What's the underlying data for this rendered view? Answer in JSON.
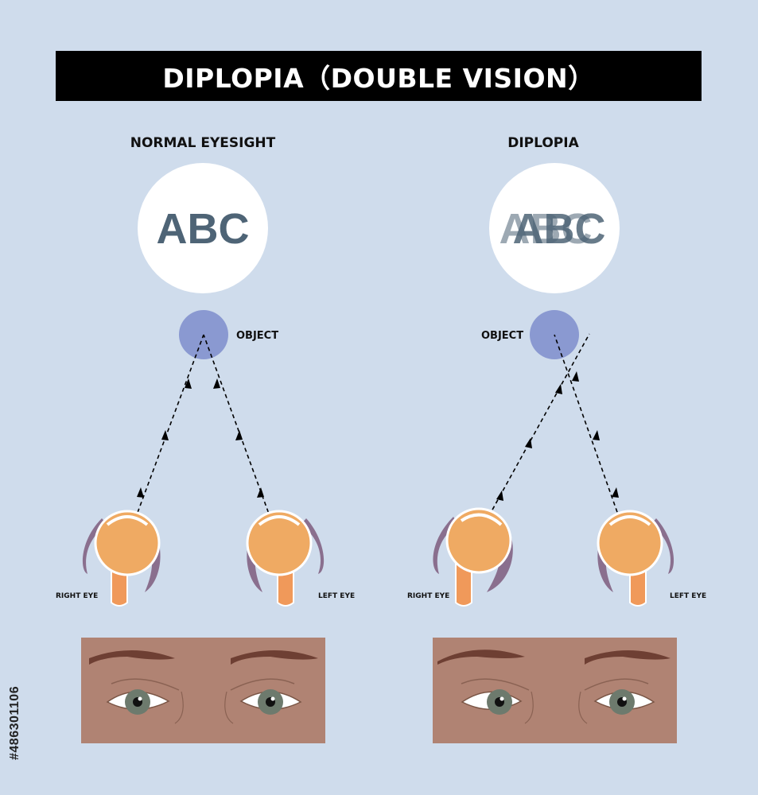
{
  "title": "DIPLOPIA（DOUBLE VISION）",
  "panels": {
    "normal": {
      "heading": "NORMAL EYESIGHT",
      "sample_text": "ABC",
      "object_label": "OBJECT",
      "right_eye_label": "RIGHT EYE",
      "left_eye_label": "LEFT EYE"
    },
    "diplopia": {
      "heading": "DIPLOPIA",
      "sample_text": "ABC",
      "object_label": "OBJECT",
      "right_eye_label": "RIGHT EYE",
      "left_eye_label": "LEFT EYE"
    }
  },
  "stock_id": "#486301106",
  "colors": {
    "background": "#cfdcec",
    "title_bar": "#000000",
    "object": "#8a99d1",
    "eyeball": "#efaa63",
    "optic_nerve": "#f0995a",
    "muscle": "#8a6f8e",
    "letters": "#4e6476",
    "skin": "#b08373",
    "brow": "#6e3f33",
    "iris": "#6d7a6d"
  }
}
